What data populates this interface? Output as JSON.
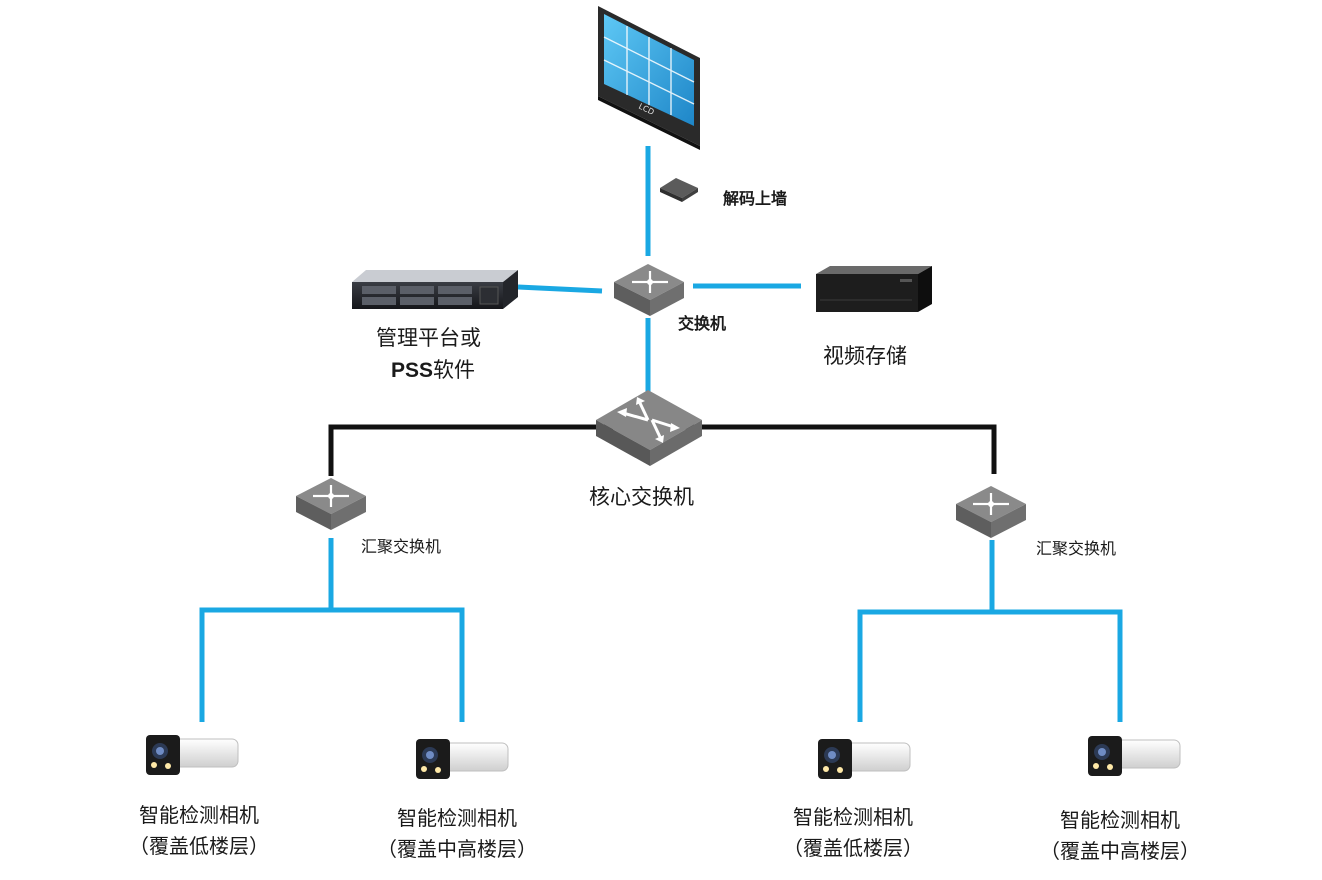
{
  "colors": {
    "link_blue": "#1aa8e3",
    "backbone_black": "#111111",
    "switch_gray": "#7c7c7c"
  },
  "labels": {
    "decoder": "解码上墙",
    "switch": "交换机",
    "mgmt_line1": "管理平台或",
    "mgmt_line2_prefix": "PSS",
    "mgmt_line2_suffix": "软件",
    "storage": "视频存储",
    "core_switch": "核心交换机",
    "agg_switch_left": "汇聚交换机",
    "agg_switch_right": "汇聚交换机",
    "lcd_text": "LCD"
  },
  "cameras": [
    {
      "title": "智能检测相机",
      "subtitle": "（覆盖低楼层）"
    },
    {
      "title": "智能检测相机",
      "subtitle": "（覆盖中高楼层）"
    },
    {
      "title": "智能检测相机",
      "subtitle": "（覆盖低楼层）"
    },
    {
      "title": "智能检测相机",
      "subtitle": "（覆盖中高楼层）"
    }
  ]
}
